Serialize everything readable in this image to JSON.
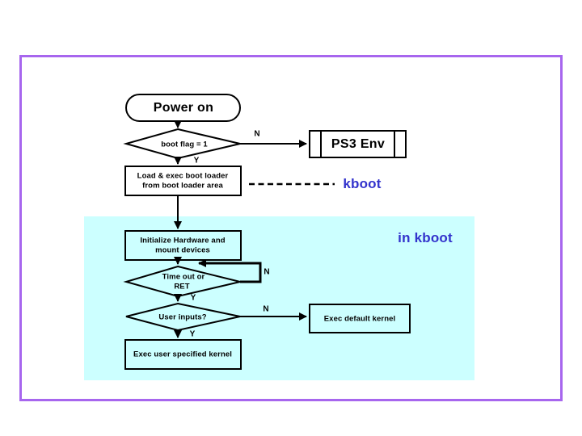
{
  "colors": {
    "frame_border": "#a766ee",
    "kboot_region_fill": "#ccffff",
    "accent_text": "#3333cc"
  },
  "flowchart": {
    "terminal_power_on": "Power on",
    "decision_boot_flag": "boot flag = 1",
    "predefined_ps3_env": "PS3 Env",
    "process_load_boot_loader": {
      "line1": "Load & exec boot loader",
      "line2": "from boot loader area"
    },
    "annotation_kboot": "kboot",
    "annotation_in_kboot": "in kboot",
    "process_init_hardware": {
      "line1": "Initialize Hardware and",
      "line2": "mount devices"
    },
    "decision_timeout": {
      "line1": "Time out or",
      "line2": "RET"
    },
    "decision_user_inputs": "User inputs?",
    "process_exec_default": "Exec default kernel",
    "process_exec_user": "Exec user specified kernel",
    "edge_labels": {
      "boot_flag_no": "N",
      "boot_flag_yes": "Y",
      "timeout_no": "N",
      "timeout_yes": "Y",
      "user_inputs_no": "N",
      "user_inputs_yes": "Y"
    }
  }
}
